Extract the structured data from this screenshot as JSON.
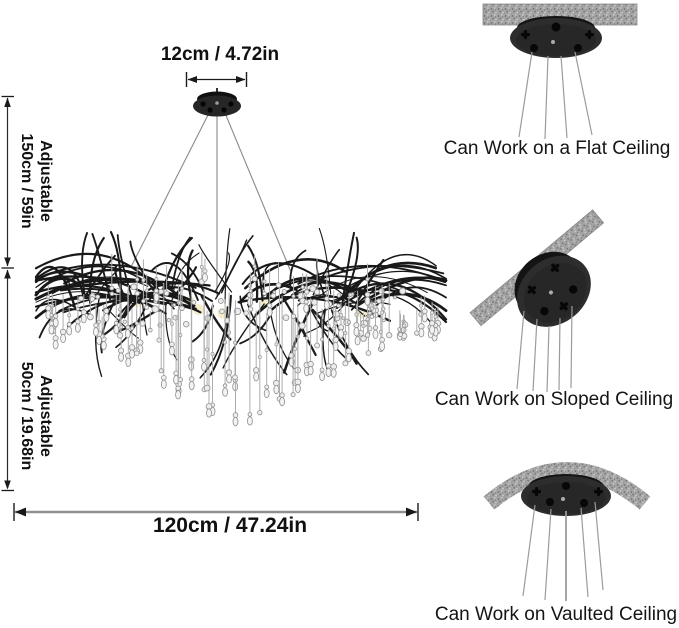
{
  "diagram": {
    "dimensions": {
      "canopy_width": "12cm / 4.72in",
      "hanging_height": {
        "label": "Adjustable",
        "value": "150cm / 59in"
      },
      "fixture_height": {
        "label": "Adjustable",
        "value": "50cm / 19.68in"
      },
      "total_width": "120cm / 47.24in"
    },
    "mounting_options": [
      {
        "caption": "Can Work on a Flat Ceiling"
      },
      {
        "caption": "Can Work on Sloped Ceiling"
      },
      {
        "caption": "Can Work on Vaulted Ceiling"
      }
    ],
    "colors": {
      "background": "#ffffff",
      "fixture_black": "#1a1a1a",
      "canopy_face": "#2d2d2d",
      "ceiling_gray": "#a6a6a6",
      "dimension_line_gray": "#8f8f8f",
      "wire_gray": "#9b9b9b",
      "crystal_outline": "#8f8f8f",
      "text": "#101010"
    }
  }
}
